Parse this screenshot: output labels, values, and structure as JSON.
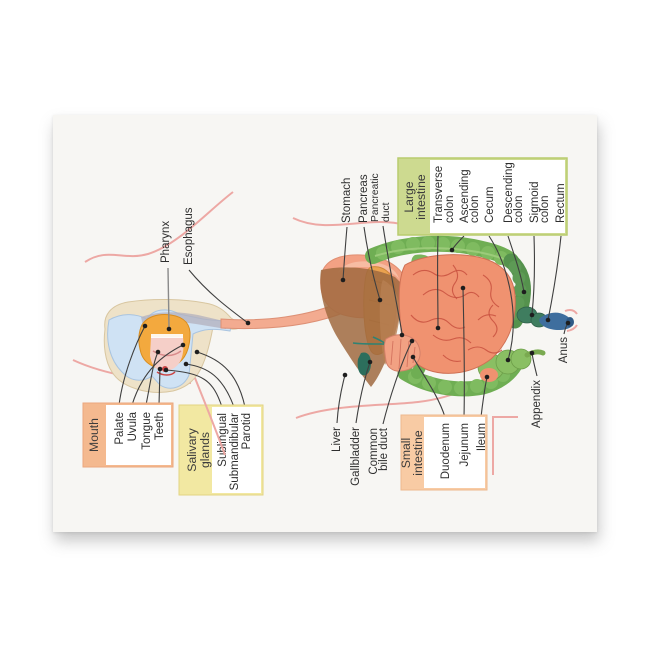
{
  "labels": {
    "pharynx": "Pharynx",
    "esophagus": "Esophagus",
    "stomach": "Stomach",
    "pancreas": "Pancreas",
    "pancreatic_duct": [
      "Pancreatic",
      "duct"
    ],
    "liver": "Liver",
    "gallbladder": "Gallbladder",
    "common_bile_duct": [
      "Common",
      "bile duct"
    ],
    "appendix": "Appendix",
    "anus": "Anus"
  },
  "boxes": {
    "mouth": {
      "title": "Mouth",
      "items": [
        "Palate",
        "Uvula",
        "Tongue",
        "Teeth"
      ],
      "header_color": "#f4b98f"
    },
    "salivary_glands": {
      "title": [
        "Salivary",
        "glands"
      ],
      "items": [
        "Sublingual",
        "Submandibular",
        "Parotid"
      ],
      "header_color": "#f2e8a2"
    },
    "large_intestine": {
      "title": [
        "Large",
        "intestine"
      ],
      "items": [
        [
          "Transverse",
          "colon"
        ],
        [
          "Ascending",
          "colon"
        ],
        [
          "Cecum"
        ],
        [
          "Descending",
          "colon"
        ],
        [
          "Sigmoid",
          "colon"
        ],
        [
          "Rectum"
        ]
      ],
      "header_color": "#cdda90"
    },
    "small_intestine": {
      "title": [
        "Small",
        "intestine"
      ],
      "items": [
        "Duodenum",
        "Jejunum",
        "Ileum"
      ],
      "header_color": "#f8cba4"
    }
  },
  "organ_colors": {
    "esophagus": "#f3ab90",
    "stomach": "#f3a184",
    "liver": "#a06a40",
    "pancreas": "#eaa24f",
    "gallbladder": "#2c6e5c",
    "small_intestine": "#f09270",
    "large_intestine": "#6fae53",
    "cecum": "#8abf63",
    "sigmoid_colon": "#3f7d5f",
    "rectum_anus": "#3e6e9e",
    "body_outline": "#eda8a4",
    "head_skull": "#eee2c8",
    "face": "#cfe2f4",
    "mouth_interior": "#f3a93e"
  }
}
